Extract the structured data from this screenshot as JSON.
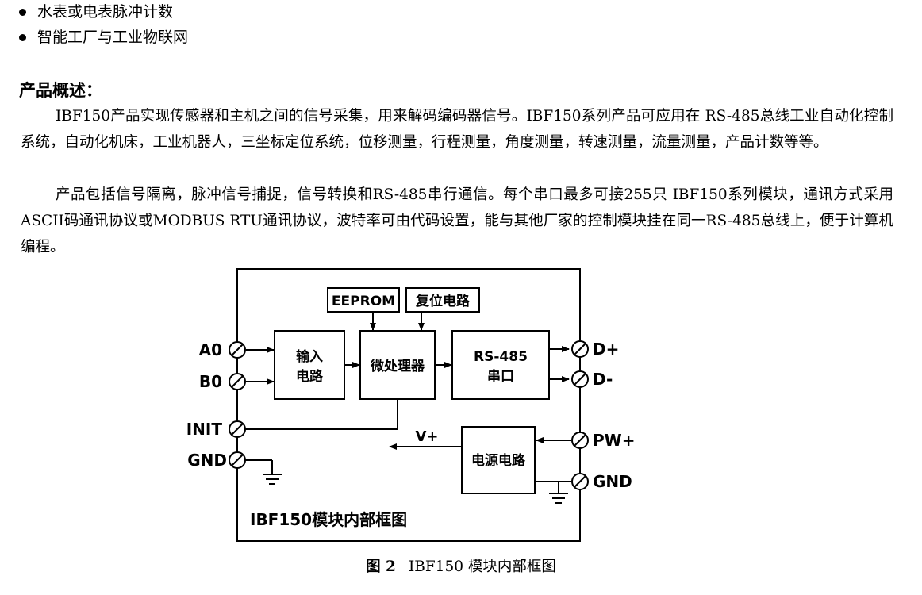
{
  "bullets": [
    "水表或电表脉冲计数",
    "智能工厂与工业物联网"
  ],
  "heading": "产品概述：",
  "paragraphs": [
    "IBF150产品实现传感器和主机之间的信号采集，用来解码编码器信号。IBF150系列产品可应用在 RS-485总线工业自动化控制系统，自动化机床，工业机器人，三坐标定位系统，位移测量，行程测量，角度测量，转速测量，流量测量，产品计数等等。",
    "产品包括信号隔离，脉冲信号捕捉，信号转换和RS-485串行通信。每个串口最多可接255只 IBF150系列模块，通讯方式采用ASCII码通讯协议或MODBUS RTU通讯协议，波特率可由代码设置，能与其他厂家的控制模块挂在同一RS-485总线上，便于计算机编程。"
  ],
  "diagram": {
    "boxes": {
      "eeprom": "EEPROM",
      "reset": "复位电路",
      "input_line1": "输入",
      "input_line2": "电路",
      "mcu": "微处理器",
      "rs485_line1": "RS-485",
      "rs485_line2": "串口",
      "power": "电源电路"
    },
    "pins": {
      "a0": "A0",
      "b0": "B0",
      "init": "INIT",
      "gnd_left": "GND",
      "d_plus": "D+",
      "d_minus": "D-",
      "pw_plus": "PW+",
      "gnd_right": "GND"
    },
    "v_plus": "V+",
    "inner_title": "IBF150模块内部框图"
  },
  "caption": {
    "figure_label": "图 2",
    "text": "IBF150 模块内部框图"
  }
}
